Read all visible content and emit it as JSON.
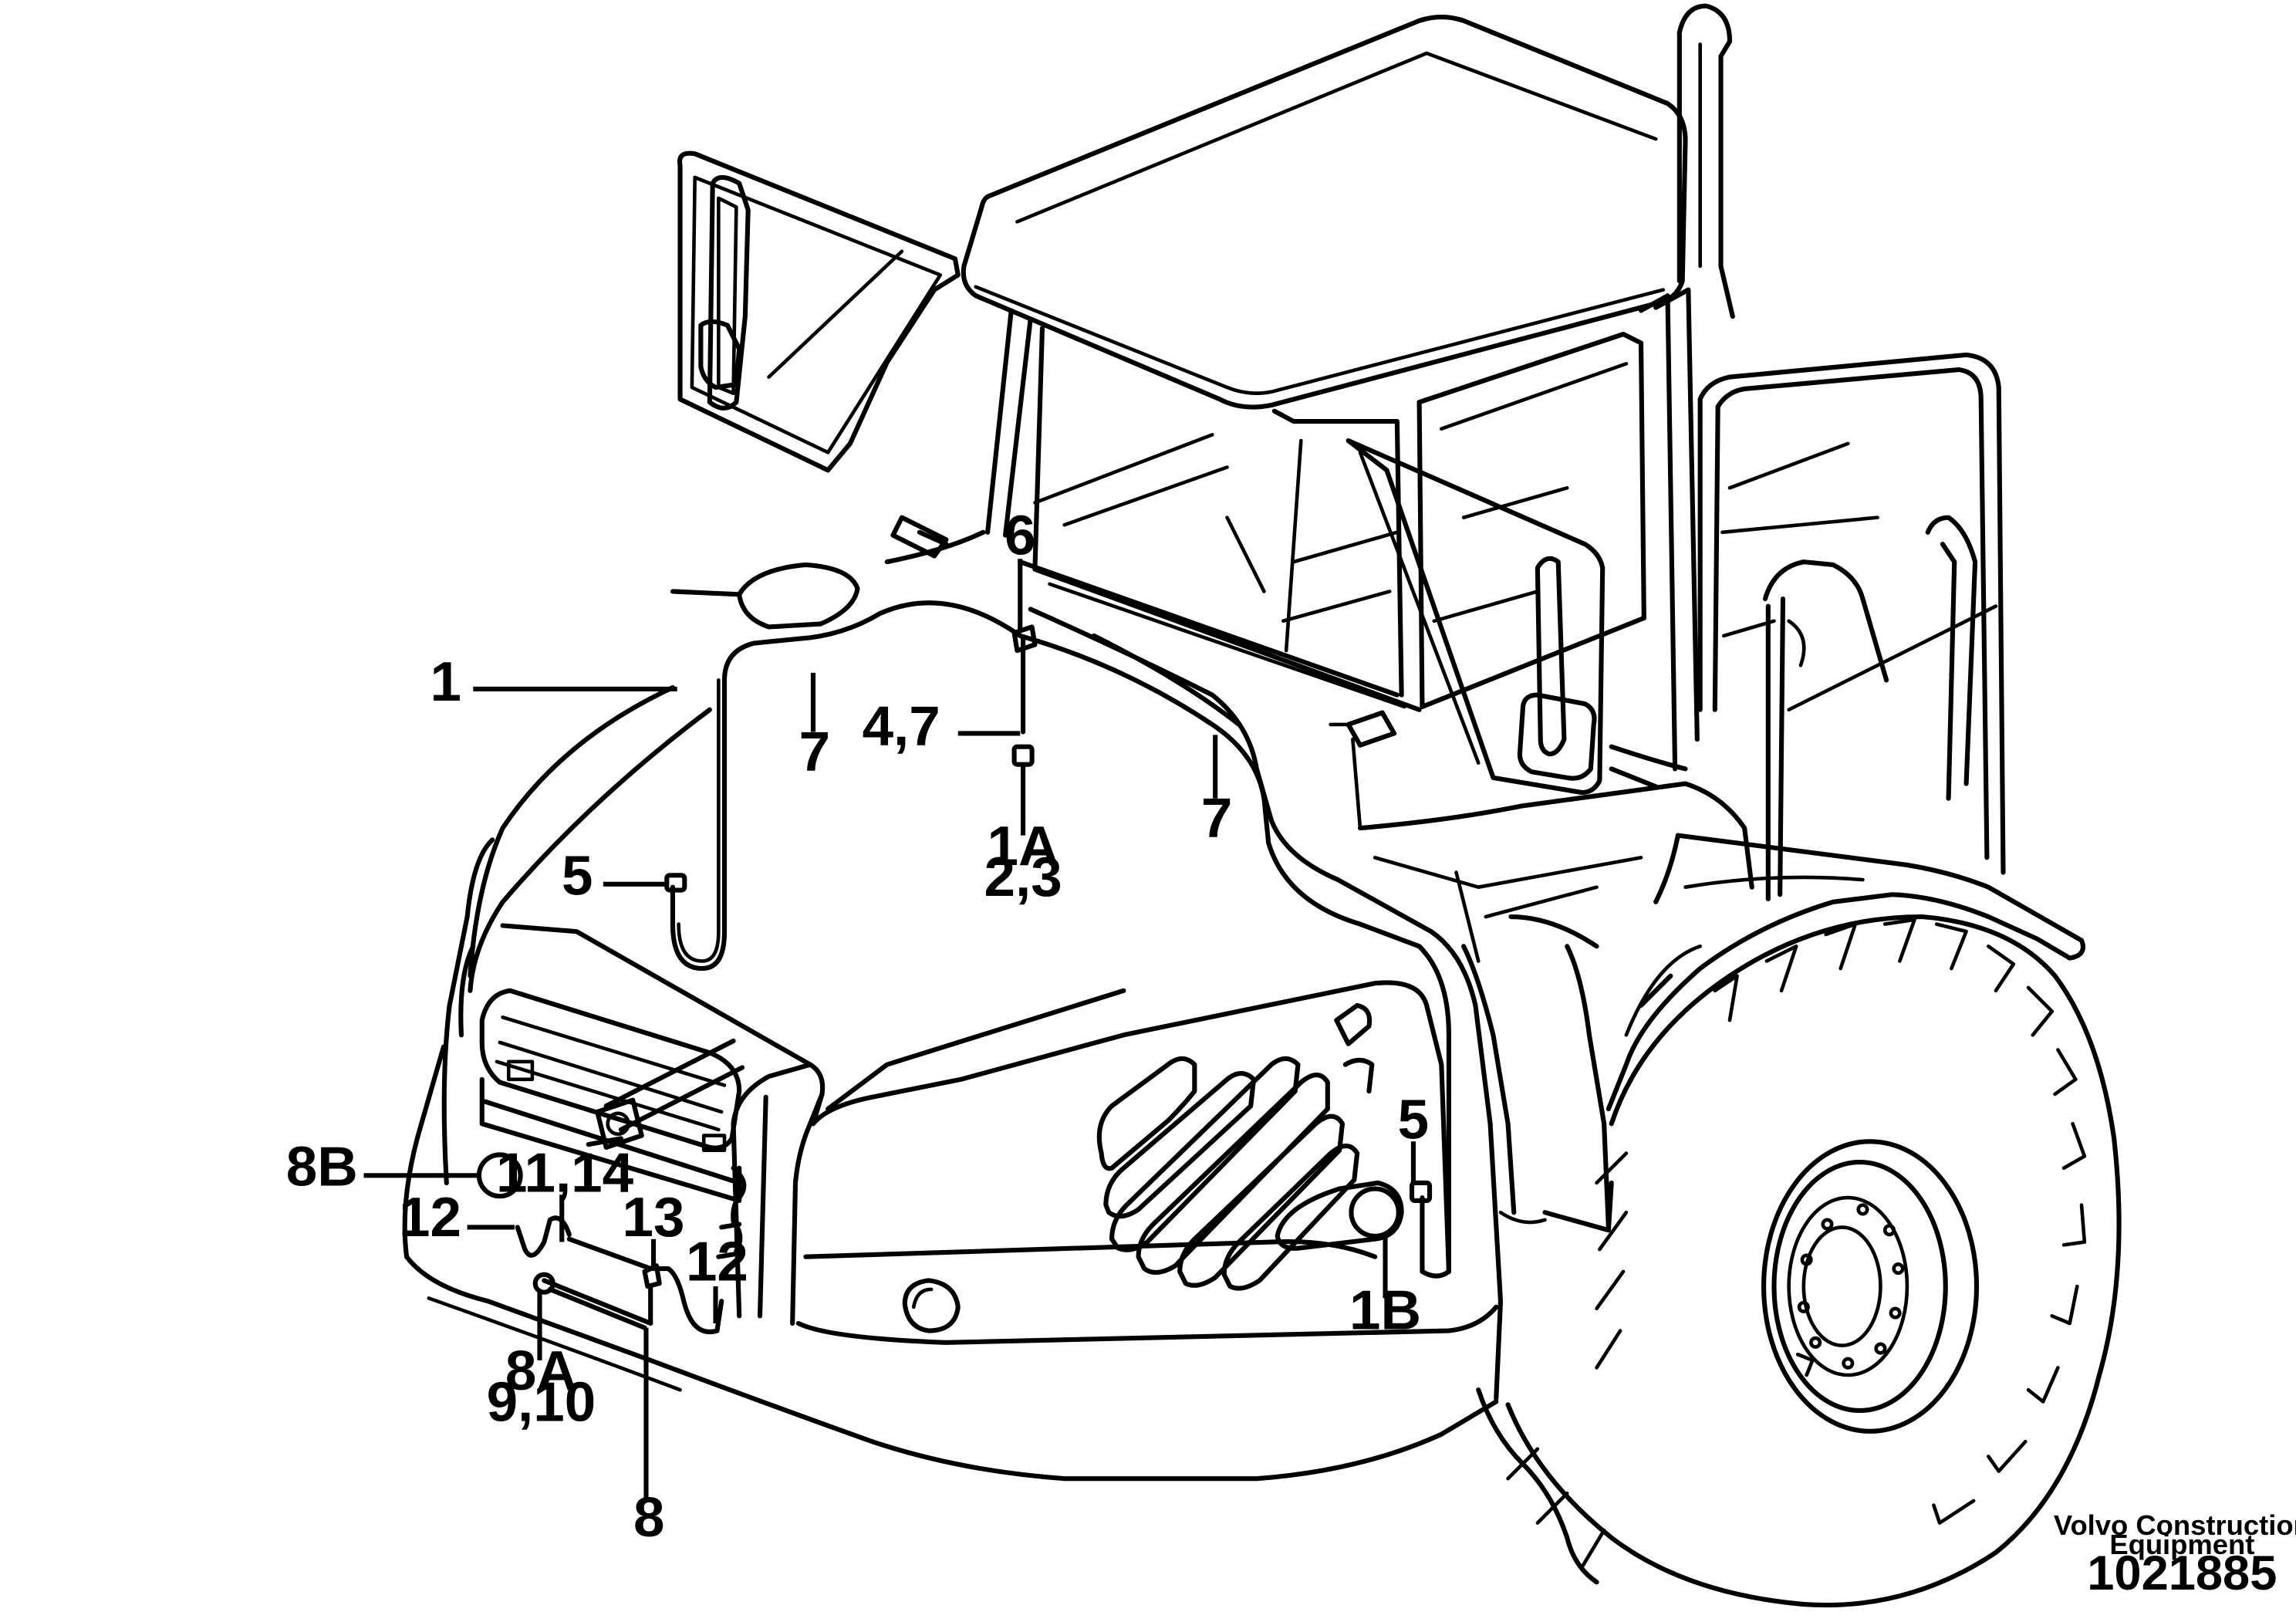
{
  "labels": {
    "l1": "1",
    "l7a": "7",
    "l6": "6",
    "l47": "4,7",
    "l1a": "1A",
    "l23": "2,3",
    "l7b": "7",
    "l5a": "5",
    "l5b": "5",
    "l8b": "8B",
    "l1114": "11,14",
    "l12a": "12",
    "l13": "13",
    "l12b": "12",
    "l8a": "8A",
    "l910": "9,10",
    "l8": "8",
    "l1b": "1B"
  },
  "footer": {
    "company_line1": "Volvo Construction",
    "company_line2": "Equipment",
    "doc_number": "1021885"
  }
}
